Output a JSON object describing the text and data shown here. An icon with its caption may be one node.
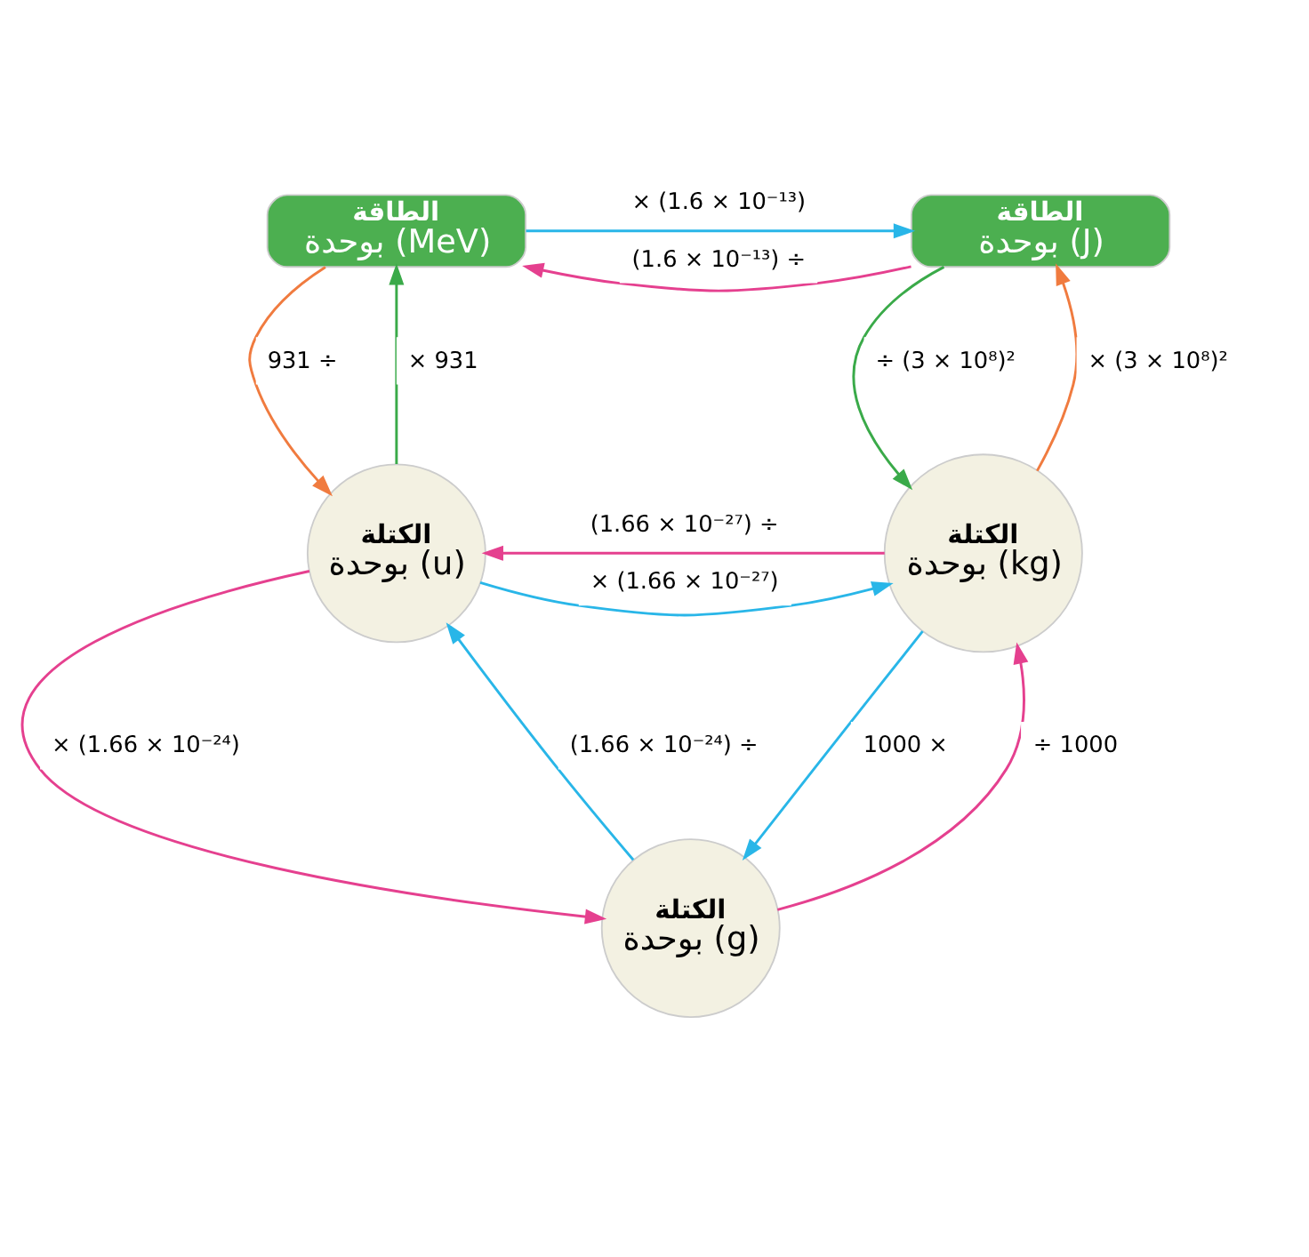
{
  "diagram": {
    "nodes": [
      {
        "text": [
          "الطاقة",
          "بوحدة (MeV)"
        ]
      },
      {
        "text": [
          "الطاقة",
          "بوحدة (J)"
        ]
      },
      {
        "text": [
          "الكتلة",
          "بوحدة (u)"
        ]
      },
      {
        "text": [
          "الكتلة",
          "بوحدة (kg)"
        ]
      },
      {
        "text": [
          "الكتلة",
          "بوحدة (g)"
        ]
      }
    ],
    "edges": [
      {
        "from": 0,
        "to": 1,
        "arrow": "to",
        "label": "× (1.6 × 10⁻¹³)",
        "color": "#29b6e8"
      },
      {
        "from": 1,
        "to": 0,
        "arrow": "to",
        "label": "(1.6 × 10⁻¹³) ÷",
        "color": "#e5408f"
      },
      {
        "from": 2,
        "to": 0,
        "arrow": "to",
        "label": "× 931",
        "color": "#3aaa49"
      },
      {
        "from": 0,
        "to": 2,
        "arrow": "to",
        "label": "931 ÷",
        "color": "#f07b3f"
      },
      {
        "from": 3,
        "to": 1,
        "arrow": "to",
        "label": "× (3 × 10⁸)²",
        "color": "#f07b3f"
      },
      {
        "from": 1,
        "to": 3,
        "arrow": "to",
        "label": "÷ (3 × 10⁸)²",
        "color": "#3aaa49"
      },
      {
        "from": 3,
        "to": 2,
        "arrow": "to",
        "label": "(1.66 × 10⁻²⁷) ÷",
        "color": "#e5408f"
      },
      {
        "from": 2,
        "to": 3,
        "arrow": "to",
        "label": "× (1.66 × 10⁻²⁷)",
        "color": "#29b6e8"
      },
      {
        "from": 2,
        "to": 4,
        "arrow": "to",
        "label": "× (1.66 × 10⁻²⁴)",
        "color": "#e5408f"
      },
      {
        "from": 4,
        "to": 2,
        "arrow": "to",
        "label": "(1.66 × 10⁻²⁴) ÷",
        "color": "#29b6e8"
      },
      {
        "from": 4,
        "to": 3,
        "arrow": "to",
        "label": "÷ 1000",
        "color": "#e5408f"
      },
      {
        "from": 3,
        "to": 4,
        "arrow": "to",
        "label": "1000 ×",
        "color": "#29b6e8"
      }
    ]
  }
}
